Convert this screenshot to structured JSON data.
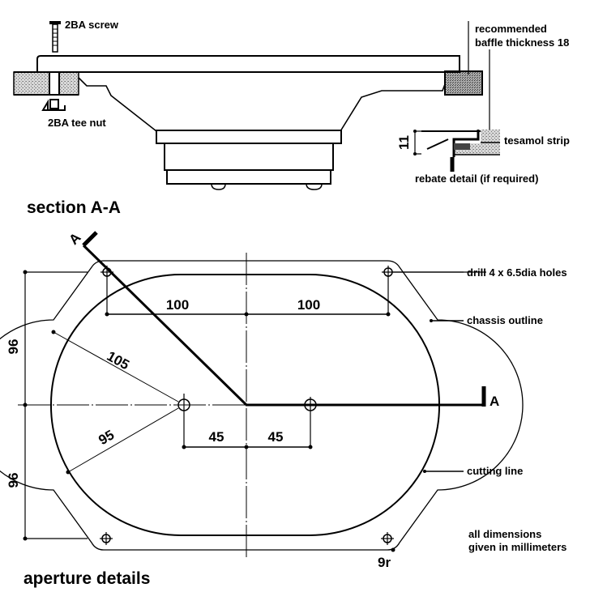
{
  "figure": {
    "subject": "loudspeaker mounting drawing",
    "ink_color": "#000000",
    "paper_color": "#ffffff",
    "hatch_color": "#9a9a9a"
  },
  "section": {
    "title": "section A-A",
    "labels": {
      "screw": "2BA screw",
      "tee_nut": "2BA tee nut",
      "baffle_line1": "recommended",
      "baffle_line2": "baffle thickness 18",
      "tesamol": "tesamol strip",
      "rebate": "rebate detail (if required)",
      "rebate_depth": "11"
    }
  },
  "aperture": {
    "title": "aperture details",
    "section_marker": "A",
    "section_marker_end": "A",
    "dimensions": {
      "hole_spacing_left": "100",
      "hole_spacing_right": "100",
      "half_height_top": "96",
      "half_height_bottom": "96",
      "outer_radius": "105",
      "inner_radius": "95",
      "centre_offset_left": "45",
      "centre_offset_right": "45",
      "corner_radius": "9r"
    },
    "callouts": {
      "drill": "drill 4 x 6.5dia holes",
      "chassis": "chassis outline",
      "cutting": "cutting line"
    },
    "note_line1": "all dimensions",
    "note_line2": "given in millimeters"
  }
}
